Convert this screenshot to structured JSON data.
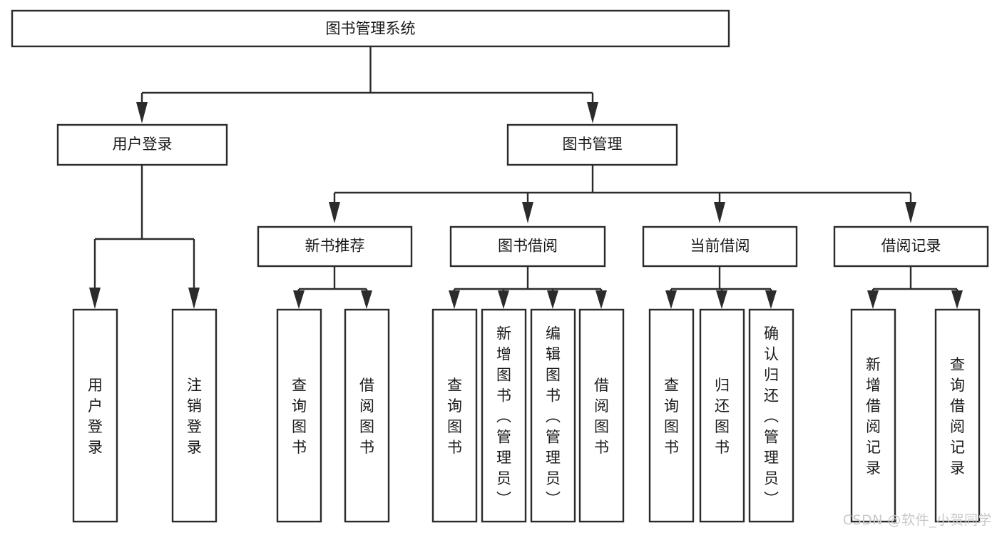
{
  "diagram": {
    "title": "图书管理系统",
    "type": "tree",
    "background_color": "#ffffff",
    "box_border_color": "#2b2b2b",
    "box_fill_color": "#ffffff",
    "text_color": "#1a1a1a",
    "connector_color": "#2b2b2b"
  },
  "nodes": {
    "root": {
      "label": "图书管理系统",
      "level": 1,
      "orientation": "horizontal"
    },
    "n_user_login": {
      "label": "用户登录",
      "level": 2,
      "orientation": "horizontal"
    },
    "n_book_manage": {
      "label": "图书管理",
      "level": 2,
      "orientation": "horizontal"
    },
    "n_new_book_rec": {
      "label": "新书推荐",
      "level": 3,
      "orientation": "horizontal"
    },
    "n_book_borrow": {
      "label": "图书借阅",
      "level": 3,
      "orientation": "horizontal"
    },
    "n_current_borrow": {
      "label": "当前借阅",
      "level": 3,
      "orientation": "horizontal"
    },
    "n_borrow_record": {
      "label": "借阅记录",
      "level": 3,
      "orientation": "horizontal"
    },
    "l_user_login": {
      "label": "用户登录",
      "level": 4,
      "orientation": "vertical"
    },
    "l_logout": {
      "label": "注销登录",
      "level": 4,
      "orientation": "vertical"
    },
    "l_query_book_1": {
      "label": "查询图书",
      "level": 4,
      "orientation": "vertical"
    },
    "l_borrow_book_1": {
      "label": "借阅图书",
      "level": 4,
      "orientation": "vertical"
    },
    "l_query_book_2": {
      "label": "查询图书",
      "level": 4,
      "orientation": "vertical"
    },
    "l_add_book": {
      "label": "新增图书（管理员）",
      "level": 4,
      "orientation": "vertical"
    },
    "l_edit_book": {
      "label": "编辑图书（管理员）",
      "level": 4,
      "orientation": "vertical"
    },
    "l_borrow_book_2": {
      "label": "借阅图书",
      "level": 4,
      "orientation": "vertical"
    },
    "l_query_book_3": {
      "label": "查询图书",
      "level": 4,
      "orientation": "vertical"
    },
    "l_return_book": {
      "label": "归还图书",
      "level": 4,
      "orientation": "vertical"
    },
    "l_confirm_return": {
      "label": "确认归还（管理员）",
      "level": 4,
      "orientation": "vertical"
    },
    "l_add_record": {
      "label": "新增借阅记录",
      "level": 4,
      "orientation": "vertical"
    },
    "l_query_record": {
      "label": "查询借阅记录",
      "level": 4,
      "orientation": "vertical"
    }
  },
  "edges": [
    {
      "from": "root",
      "to": "n_user_login"
    },
    {
      "from": "root",
      "to": "n_book_manage"
    },
    {
      "from": "n_user_login",
      "to": "l_user_login"
    },
    {
      "from": "n_user_login",
      "to": "l_logout"
    },
    {
      "from": "n_book_manage",
      "to": "n_new_book_rec"
    },
    {
      "from": "n_book_manage",
      "to": "n_book_borrow"
    },
    {
      "from": "n_book_manage",
      "to": "n_current_borrow"
    },
    {
      "from": "n_book_manage",
      "to": "n_borrow_record"
    },
    {
      "from": "n_new_book_rec",
      "to": "l_query_book_1"
    },
    {
      "from": "n_new_book_rec",
      "to": "l_borrow_book_1"
    },
    {
      "from": "n_book_borrow",
      "to": "l_query_book_2"
    },
    {
      "from": "n_book_borrow",
      "to": "l_add_book"
    },
    {
      "from": "n_book_borrow",
      "to": "l_edit_book"
    },
    {
      "from": "n_book_borrow",
      "to": "l_borrow_book_2"
    },
    {
      "from": "n_current_borrow",
      "to": "l_query_book_3"
    },
    {
      "from": "n_current_borrow",
      "to": "l_return_book"
    },
    {
      "from": "n_current_borrow",
      "to": "l_confirm_return"
    },
    {
      "from": "n_borrow_record",
      "to": "l_add_record"
    },
    {
      "from": "n_borrow_record",
      "to": "l_query_record"
    }
  ],
  "watermark": {
    "text": "CSDN @软件_小贺同学",
    "color": "#c9c9c9"
  }
}
